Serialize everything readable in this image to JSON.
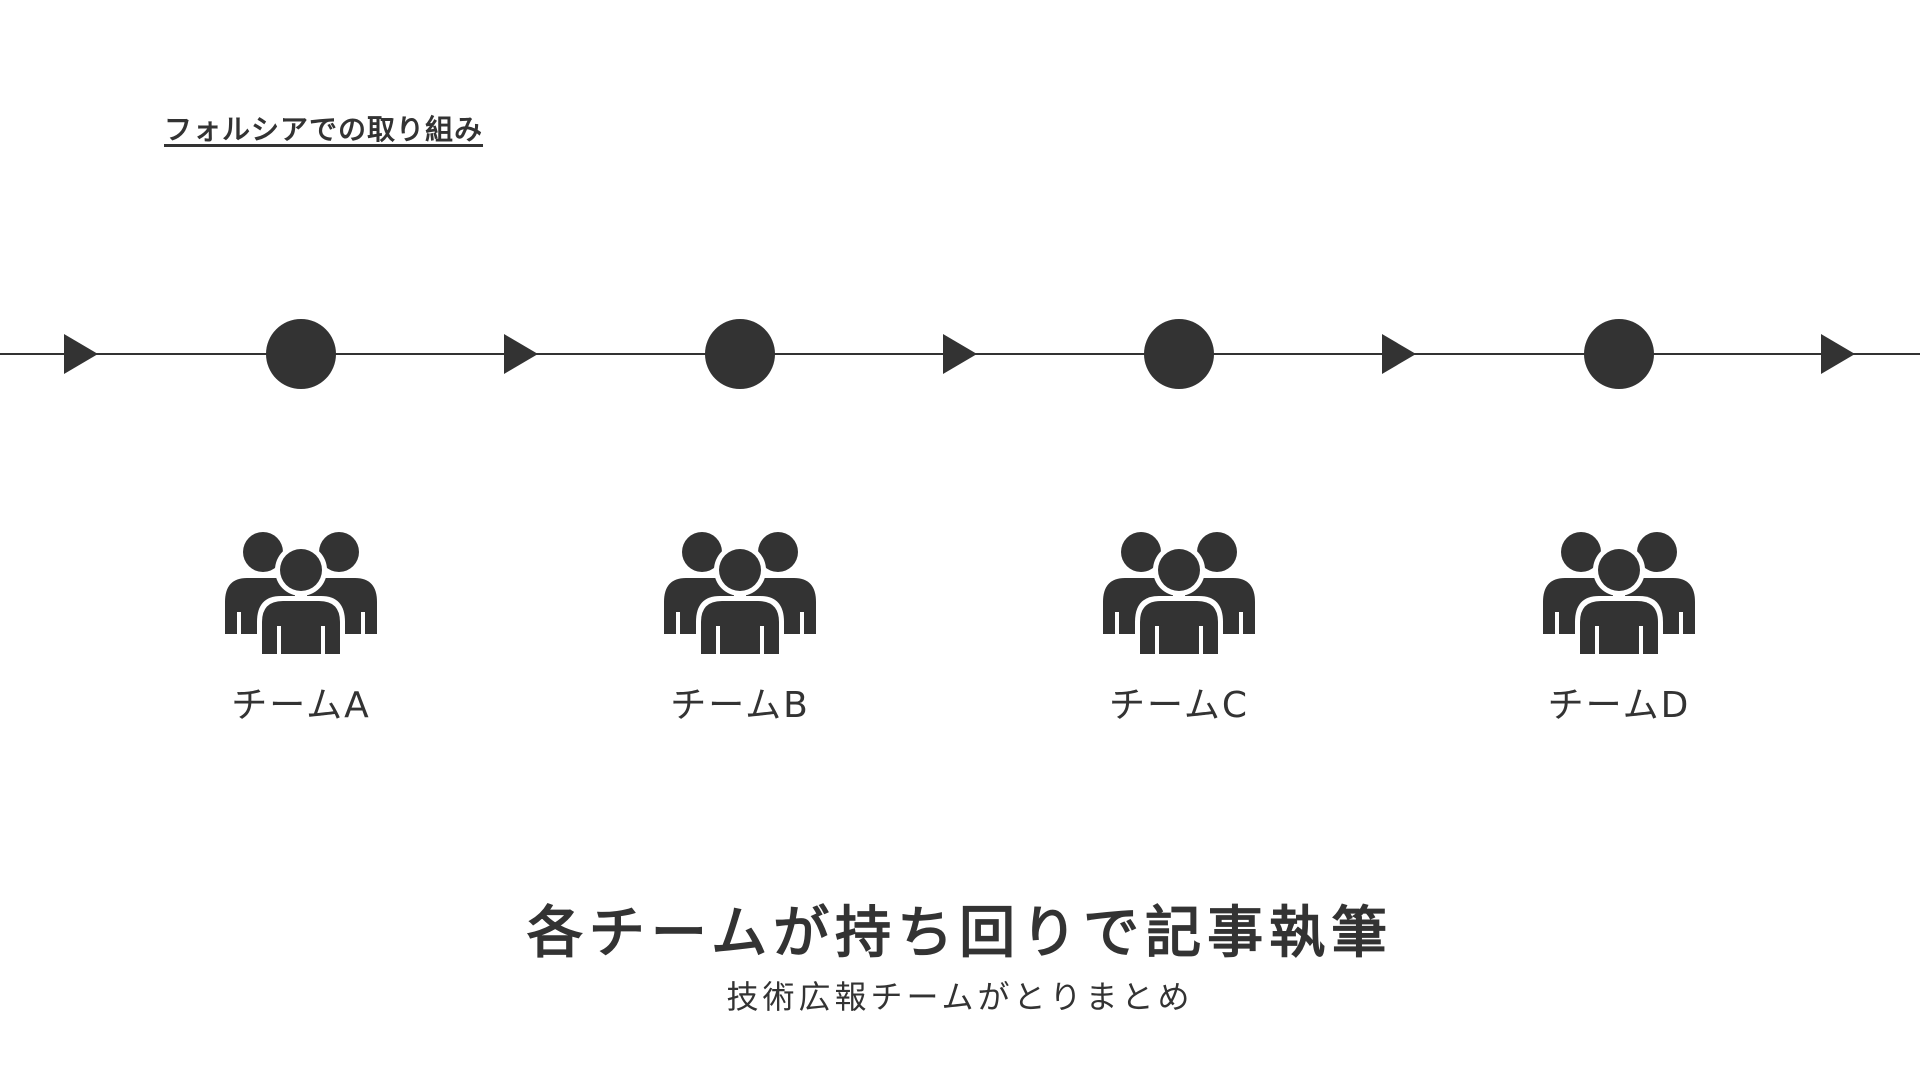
{
  "heading": "フォルシアでの取り組み",
  "teams": [
    {
      "label": "チームA",
      "icon": "team-icon"
    },
    {
      "label": "チームB",
      "icon": "team-icon"
    },
    {
      "label": "チームC",
      "icon": "team-icon"
    },
    {
      "label": "チームD",
      "icon": "team-icon"
    }
  ],
  "message": {
    "main": "各チームが持ち回りで記事執筆",
    "sub": "技術広報チームがとりまとめ"
  },
  "colors": {
    "foreground": "#333333",
    "background": "#ffffff"
  }
}
